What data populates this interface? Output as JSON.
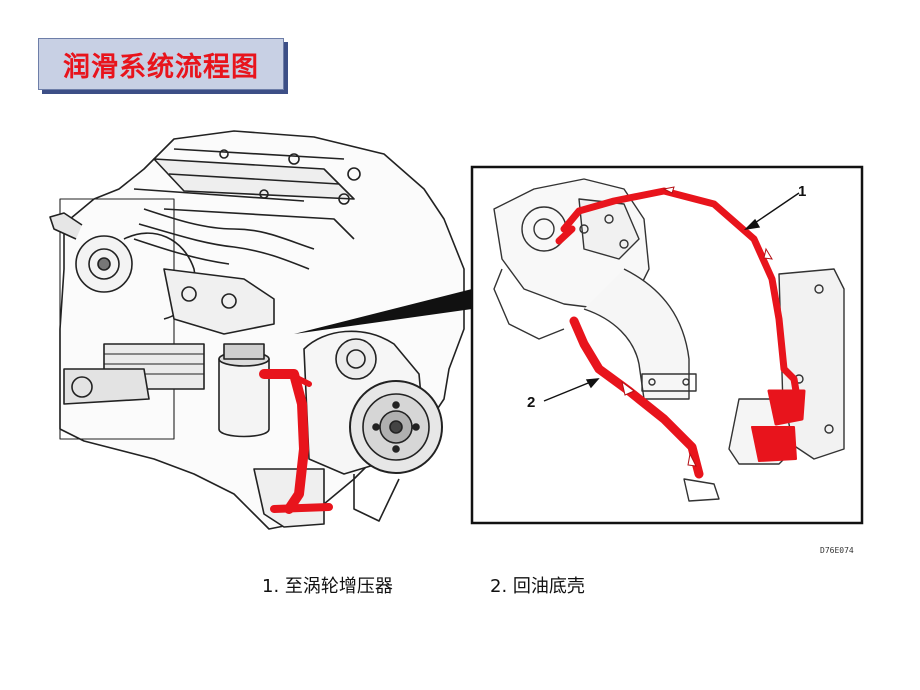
{
  "title": "润滑系统流程图",
  "diagram": {
    "callout_1": "1",
    "callout_2": "2",
    "figure_code": "D76E074"
  },
  "captions": [
    "1. 至涡轮增压器",
    "2.  回油底壳"
  ],
  "colors": {
    "title_text": "#e8141c",
    "title_background": "#c8d0e4",
    "oil_flow": "#e8141c"
  }
}
